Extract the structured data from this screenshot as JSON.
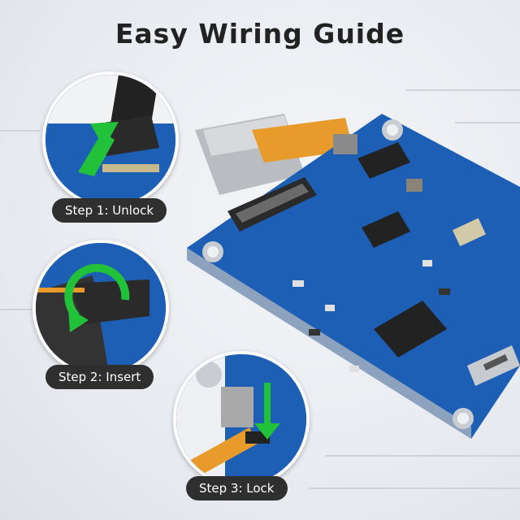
{
  "title": "Easy Wiring Guide",
  "steps": [
    {
      "label": "Step 1: Unlock",
      "icon": "unlock-arrow-icon"
    },
    {
      "label": "Step 2: Insert",
      "icon": "insert-arrow-icon"
    },
    {
      "label": "Step 3: Lock",
      "icon": "lock-arrow-icon"
    }
  ],
  "colors": {
    "board": "#1d5fb4",
    "arrow": "#22c13a",
    "pill": "#2f2f2f",
    "ribbon": "#e89a2a"
  }
}
